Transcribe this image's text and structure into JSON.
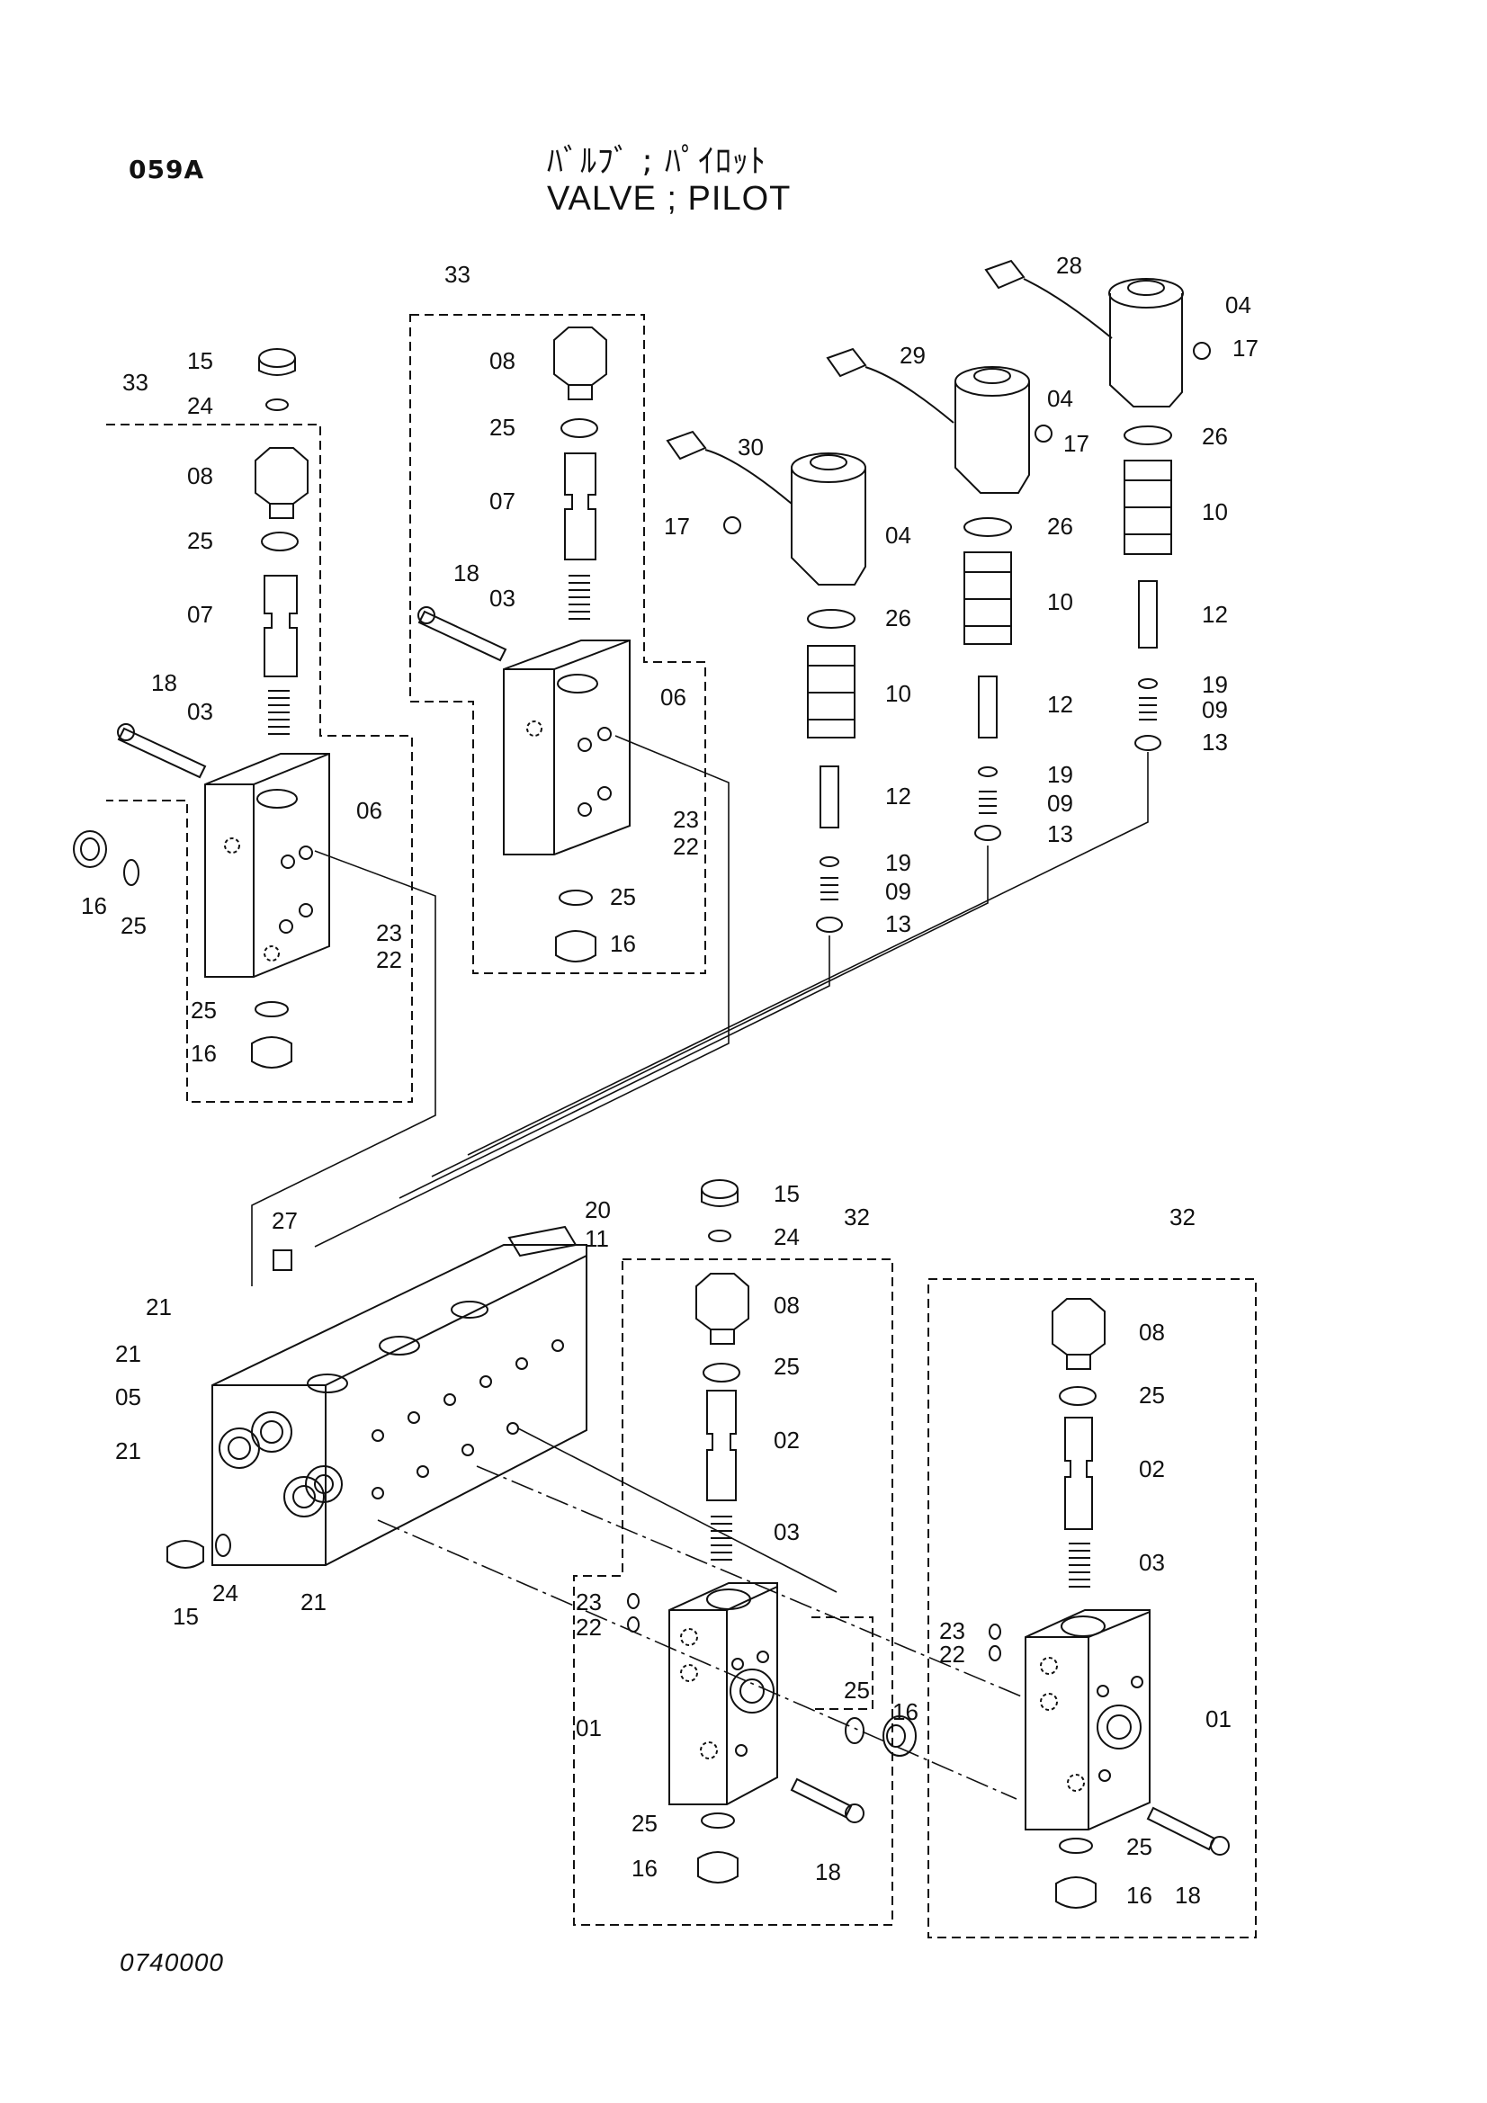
{
  "header": {
    "code": "059A",
    "title_jp": "ﾊﾞﾙﾌﾞ ; ﾊﾟｲﾛｯﾄ",
    "title_en": "VALVE ; PILOT"
  },
  "footer": {
    "drawing_no": "0740000"
  },
  "callouts": [
    "33",
    "15",
    "24",
    "08",
    "25",
    "07",
    "18",
    "03",
    "06",
    "16",
    "25",
    "23",
    "22",
    "25",
    "16",
    "33",
    "08",
    "25",
    "07",
    "18",
    "03",
    "06",
    "23",
    "22",
    "25",
    "16",
    "30",
    "17",
    "04",
    "26",
    "10",
    "12",
    "19",
    "09",
    "13",
    "29",
    "04",
    "17",
    "26",
    "10",
    "12",
    "19",
    "09",
    "13",
    "28",
    "04",
    "17",
    "26",
    "10",
    "12",
    "19",
    "09",
    "13",
    "27",
    "20",
    "11",
    "21",
    "21",
    "05",
    "21",
    "15",
    "24",
    "21",
    "32",
    "15",
    "24",
    "08",
    "25",
    "02",
    "03",
    "23",
    "22",
    "01",
    "25",
    "16",
    "25",
    "16",
    "18",
    "32",
    "08",
    "25",
    "02",
    "03",
    "23",
    "22",
    "01",
    "25",
    "16",
    "18"
  ]
}
